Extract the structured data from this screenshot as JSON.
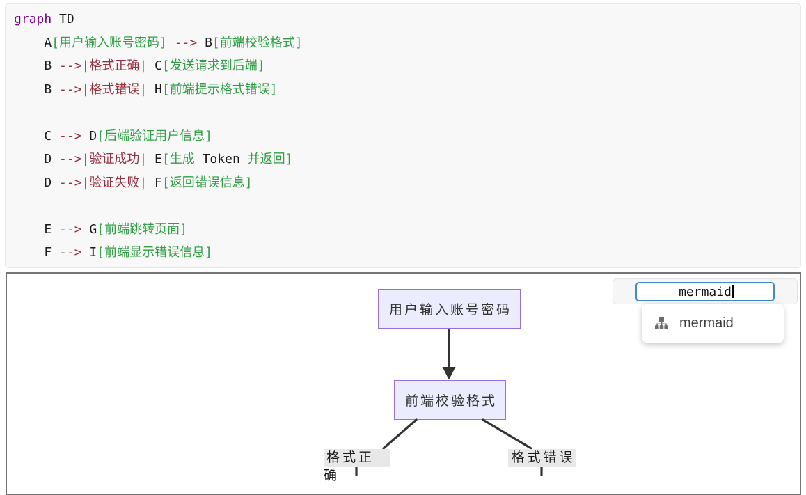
{
  "editor": {
    "language": "mermaid-source",
    "lines": [
      {
        "segments": [
          {
            "text": "graph",
            "type": "keyword"
          },
          {
            "text": " TD",
            "type": "plain"
          }
        ]
      },
      {
        "segments": [
          {
            "text": "    A",
            "type": "plain"
          },
          {
            "text": "[用户输入账号密码]",
            "type": "string"
          },
          {
            "text": " ",
            "type": "plain"
          },
          {
            "text": "-->",
            "type": "operator"
          },
          {
            "text": " B",
            "type": "plain"
          },
          {
            "text": "[前端校验格式]",
            "type": "string"
          }
        ]
      },
      {
        "segments": [
          {
            "text": "    B ",
            "type": "plain"
          },
          {
            "text": "-->|格式正确|",
            "type": "operator"
          },
          {
            "text": " C",
            "type": "plain"
          },
          {
            "text": "[发送请求到后端]",
            "type": "string"
          }
        ]
      },
      {
        "segments": [
          {
            "text": "    B ",
            "type": "plain"
          },
          {
            "text": "-->|格式错误|",
            "type": "operator"
          },
          {
            "text": " H",
            "type": "plain"
          },
          {
            "text": "[前端提示格式错误]",
            "type": "string"
          }
        ]
      },
      {
        "segments": []
      },
      {
        "segments": [
          {
            "text": "    C ",
            "type": "plain"
          },
          {
            "text": "-->",
            "type": "operator"
          },
          {
            "text": " D",
            "type": "plain"
          },
          {
            "text": "[后端验证用户信息]",
            "type": "string"
          }
        ]
      },
      {
        "segments": [
          {
            "text": "    D ",
            "type": "plain"
          },
          {
            "text": "-->|验证成功|",
            "type": "operator"
          },
          {
            "text": " E",
            "type": "plain"
          },
          {
            "text": "[生成 ",
            "type": "string"
          },
          {
            "text": "Token",
            "type": "plain"
          },
          {
            "text": " 并返回]",
            "type": "string"
          }
        ]
      },
      {
        "segments": [
          {
            "text": "    D ",
            "type": "plain"
          },
          {
            "text": "-->|验证失败|",
            "type": "operator"
          },
          {
            "text": " F",
            "type": "plain"
          },
          {
            "text": "[返回错误信息]",
            "type": "string"
          }
        ]
      },
      {
        "segments": []
      },
      {
        "segments": [
          {
            "text": "    E ",
            "type": "plain"
          },
          {
            "text": "-->",
            "type": "operator"
          },
          {
            "text": " G",
            "type": "plain"
          },
          {
            "text": "[前端跳转页面]",
            "type": "string"
          }
        ]
      },
      {
        "segments": [
          {
            "text": "    F ",
            "type": "plain"
          },
          {
            "text": "-->",
            "type": "operator"
          },
          {
            "text": " I",
            "type": "plain"
          },
          {
            "text": "[前端显示错误信息]",
            "type": "string"
          }
        ]
      }
    ],
    "syntax_colors": {
      "keyword": "#770088",
      "string": "#2f9e44",
      "operator": "#97303f",
      "plain": "#1b1b1b"
    }
  },
  "preview": {
    "language_input": {
      "value": "mermaid"
    },
    "dropdown": {
      "items": [
        {
          "icon": "sitemap-icon",
          "label": "mermaid"
        }
      ]
    },
    "diagram": {
      "type": "flowchart",
      "direction": "TD",
      "nodes": [
        {
          "id": "A",
          "label": "用户输入账号密码"
        },
        {
          "id": "B",
          "label": "前端校验格式"
        }
      ],
      "edge_labels": [
        {
          "label": "格式正确"
        },
        {
          "label": "格式错误"
        }
      ],
      "colors": {
        "node_fill": "#ECECFF",
        "node_border": "#9370DB",
        "edge": "#333333",
        "edge_label_bg": "#e8e8e8"
      }
    },
    "panel_border_color": "#757575",
    "input_border_color": "#4289c9"
  }
}
